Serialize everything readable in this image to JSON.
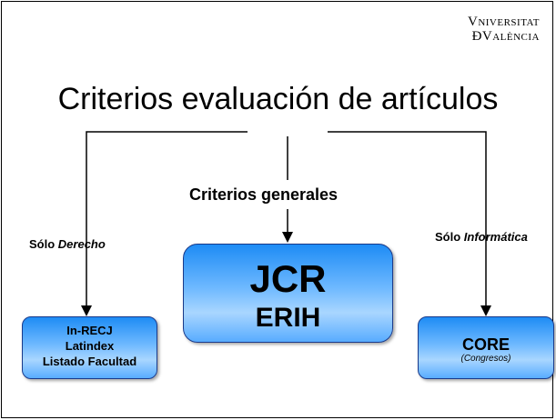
{
  "logo": {
    "line1": "Vniversitat",
    "line2": "ÐValència"
  },
  "title": "Criterios evaluación de artículos",
  "labels": {
    "general": "Criterios generales",
    "derecho_prefix": "Sólo",
    "derecho_term": "Derecho",
    "informatica_prefix": "Sólo",
    "informatica_term": "Informática"
  },
  "boxes": {
    "main": {
      "line1": "JCR",
      "line2": "ERIH"
    },
    "left": {
      "line1": "In-RECJ",
      "line2": "Latindex",
      "line3": "Listado Facultad"
    },
    "right": {
      "line1": "CORE",
      "line2": "(Congresos)"
    }
  },
  "colors": {
    "box_fill_top": "#1e8cf5",
    "box_fill_mid": "#a9d6ff",
    "box_border": "#1a3a8a"
  }
}
